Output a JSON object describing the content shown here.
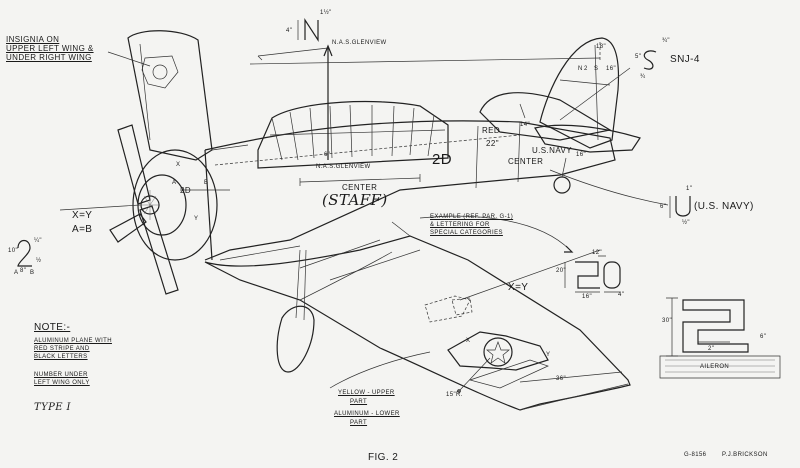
{
  "insignia_note": [
    "INSIGNIA ON",
    "UPPER LEFT WING &",
    "UNDER RIGHT WING"
  ],
  "north_block": {
    "letter": "N",
    "size_top": "1½\"",
    "size_left": "4\"",
    "station_label": "N.A.S.GLENVIEW"
  },
  "fuselage_block": {
    "station_label": "N.A.S.GLENVIEW",
    "center_label": "CENTER",
    "staff_label": "(STAFF)",
    "dim_6": "6\""
  },
  "tail_block": {
    "letter": "S",
    "model": "SNJ-4",
    "size_3_4": "¾\"",
    "size_5": "5\"",
    "size_base": "¾",
    "dim_18": "18\"",
    "dim_16": "16\"",
    "n_label": "N",
    "s_label": "S",
    "number": "2"
  },
  "stripe_block": {
    "red_label": "RED",
    "dim_22": "22\"",
    "dim_14": "14\"",
    "center_label": "CENTER",
    "navy_label": "U.S.NAVY",
    "code_2d": "2D",
    "dim_16": "16\""
  },
  "usnavy_block": {
    "letter": "U",
    "label": "(U.S. NAVY)",
    "size_1": "1\"",
    "size_6": "6\"",
    "size_base": "½\""
  },
  "example_note": [
    "EXAMPLE (REF. PAR. G-1)",
    "& LETTERING FOR",
    "SPECIAL CATEGORIES"
  ],
  "code_detail": {
    "text": "2D",
    "dim_12": "12\"",
    "dim_20": "20\"",
    "dim_16": "16\"",
    "dim_4": "4\""
  },
  "cowl_block": {
    "x_eq_y": "X=Y",
    "a_eq_b": "A=B",
    "label_a": "A",
    "label_2d": "2D",
    "label_b": "B",
    "label_x": "X",
    "label_y": "Y"
  },
  "small_digit": {
    "digit": "2",
    "size_10": "10\"",
    "size_8": "8\"",
    "size_half": "½",
    "size_1_4": "¼\"",
    "label_a": "A",
    "label_b": "B"
  },
  "wing_block": {
    "x_eq_y": "X=Y",
    "dim_36": "36\"",
    "radius": "15\"R.",
    "label_x": "X",
    "label_y": "Y"
  },
  "note_block": {
    "title": "NOTE:-",
    "lines": [
      "ALUMINUM PLANE WITH",
      "RED STRIPE AND",
      "BLACK LETTERS"
    ],
    "lines2": [
      "NUMBER UNDER",
      "LEFT WING ONLY"
    ],
    "type": "TYPE I"
  },
  "color_note": {
    "yellow": "YELLOW - UPPER",
    "yellow_part": "PART",
    "aluminum": "ALUMINUM - LOWER",
    "aluminum_part": "PART"
  },
  "aileron_block": {
    "digit": "2",
    "dim_30": "30\"",
    "dim_6": "6\"",
    "dim_2": "2\"",
    "label": "AILERON"
  },
  "footer": {
    "fig": "FIG. 2",
    "drawing_no": "G-8156",
    "author": "P.J.BRICKSON"
  }
}
